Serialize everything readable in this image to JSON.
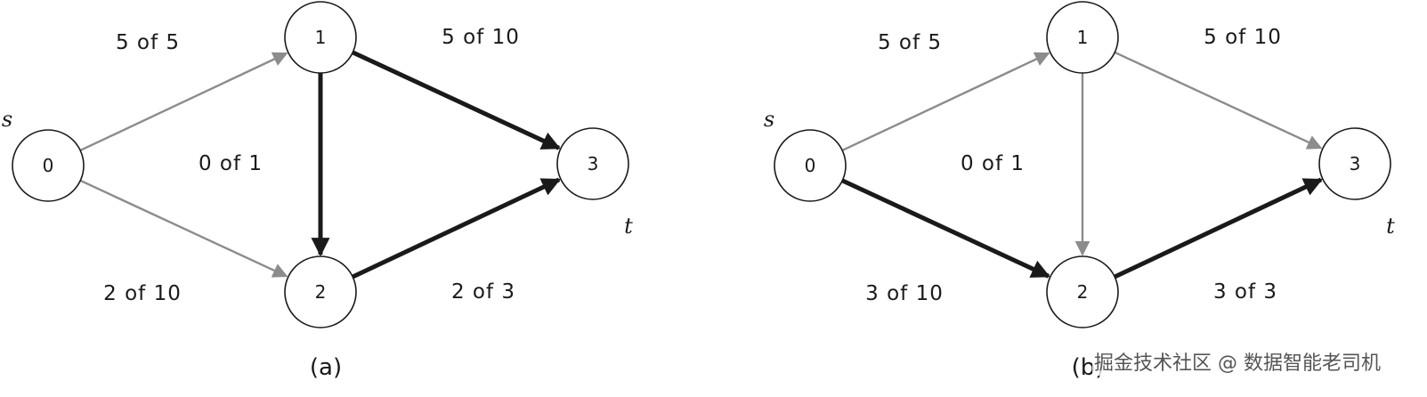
{
  "colors": {
    "flow": "#1a1a1a",
    "plain": "#8c8c8c"
  },
  "diagrams": [
    {
      "caption": "(a)",
      "source_label": "s",
      "sink_label": "t",
      "nodes": [
        "0",
        "1",
        "2",
        "3"
      ],
      "edges": [
        {
          "from": "0",
          "to": "1",
          "label": "5 of 5",
          "style": "plain"
        },
        {
          "from": "0",
          "to": "2",
          "label": "2 of 10",
          "style": "plain"
        },
        {
          "from": "1",
          "to": "2",
          "label": "0 of 1",
          "style": "flow"
        },
        {
          "from": "1",
          "to": "3",
          "label": "5 of 10",
          "style": "flow"
        },
        {
          "from": "2",
          "to": "3",
          "label": "2 of 3",
          "style": "flow"
        }
      ]
    },
    {
      "caption": "(b)",
      "source_label": "s",
      "sink_label": "t",
      "nodes": [
        "0",
        "1",
        "2",
        "3"
      ],
      "edges": [
        {
          "from": "0",
          "to": "1",
          "label": "5 of 5",
          "style": "plain"
        },
        {
          "from": "0",
          "to": "2",
          "label": "3 of 10",
          "style": "flow"
        },
        {
          "from": "1",
          "to": "2",
          "label": "0 of 1",
          "style": "plain"
        },
        {
          "from": "1",
          "to": "3",
          "label": "5 of 10",
          "style": "plain"
        },
        {
          "from": "2",
          "to": "3",
          "label": "3 of 3",
          "style": "flow"
        }
      ]
    }
  ],
  "watermark": "掘金技术社区 @ 数据智能老司机"
}
